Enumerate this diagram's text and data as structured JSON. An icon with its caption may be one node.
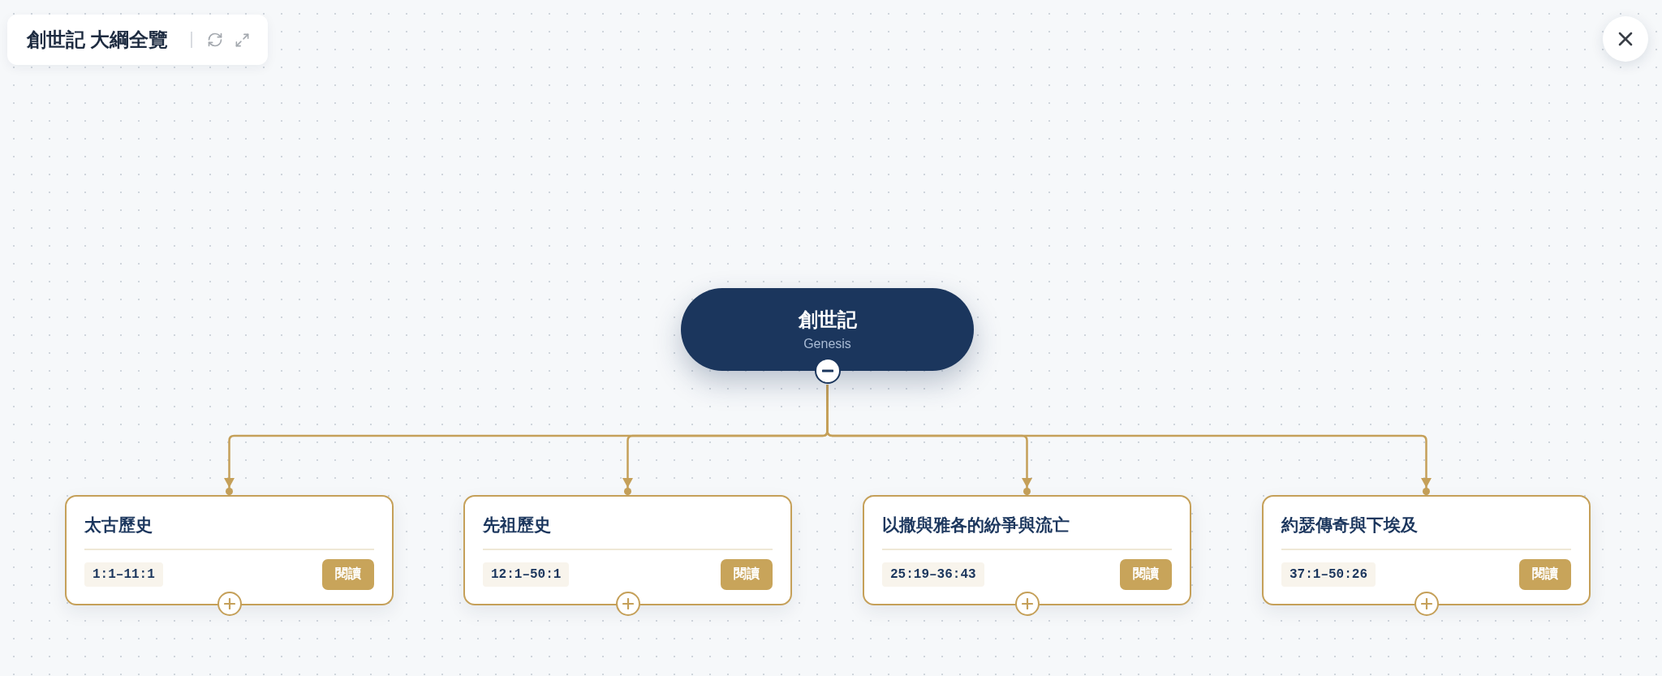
{
  "diagram": {
    "title": "創世記 大綱全覽",
    "nodes": [
      {
        "text": [
          "創世記",
          "Genesis"
        ]
      },
      {
        "text": [
          "太古歷史",
          "1:1–11:1",
          "閱讀"
        ]
      },
      {
        "text": [
          "先祖歷史",
          "12:1–50:1",
          "閱讀"
        ]
      },
      {
        "text": [
          "以撒與雅各的紛爭與流亡",
          "25:19–36:43",
          "閱讀"
        ]
      },
      {
        "text": [
          "約瑟傳奇與下埃及",
          "37:1–50:26",
          "閱讀"
        ]
      }
    ],
    "edges": [
      {
        "from": 0,
        "to": 1,
        "arrow": "to"
      },
      {
        "from": 0,
        "to": 2,
        "arrow": "to"
      },
      {
        "from": 0,
        "to": 3,
        "arrow": "to"
      },
      {
        "from": 0,
        "to": 4,
        "arrow": "to"
      }
    ]
  }
}
